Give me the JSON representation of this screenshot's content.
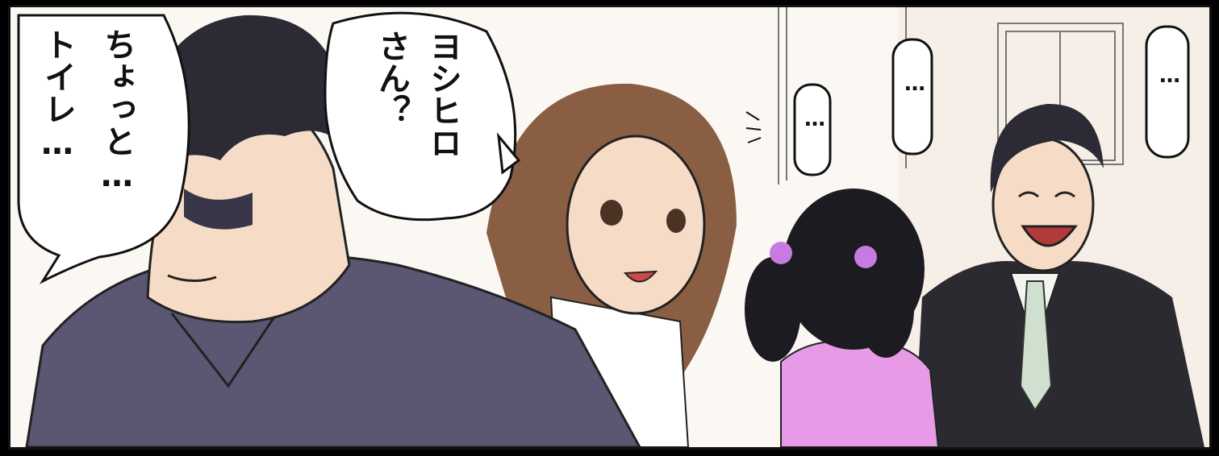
{
  "panel": {
    "bubble_left": {
      "lines": [
        "ちょっと…",
        "トイレ…"
      ]
    },
    "bubble_center": {
      "lines": [
        "ヨシヒロ",
        "さん？"
      ]
    },
    "bubble_small_1": {
      "text": "…"
    },
    "bubble_small_2": {
      "text": "…"
    },
    "bubble_small_3": {
      "text": "…"
    }
  },
  "colors": {
    "shirt_man": "#5b5672",
    "hair": "#2c2a35",
    "woman_hair": "#8a5e43",
    "girl_top": "#e79be6",
    "suit": "#2b2a31",
    "tie": "#cfe0cf",
    "skin": "#f6dcc6",
    "background": "#fbf7f3"
  }
}
